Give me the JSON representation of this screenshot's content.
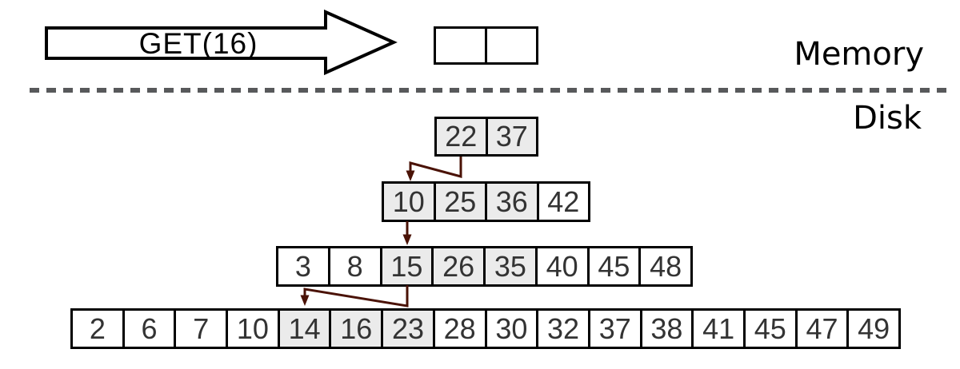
{
  "labels": {
    "query": "GET(16)",
    "memory": "Memory",
    "disk": "Disk"
  },
  "memory_buffer": {
    "cells": [
      {
        "value": "",
        "highlighted": false
      },
      {
        "value": "",
        "highlighted": false
      }
    ]
  },
  "disk": {
    "levels": [
      {
        "cells": [
          {
            "value": "22",
            "highlighted": true
          },
          {
            "value": "37",
            "highlighted": true
          }
        ]
      },
      {
        "cells": [
          {
            "value": "10",
            "highlighted": true
          },
          {
            "value": "25",
            "highlighted": true
          },
          {
            "value": "36",
            "highlighted": true
          },
          {
            "value": "42",
            "highlighted": false
          }
        ]
      },
      {
        "cells": [
          {
            "value": "3",
            "highlighted": false
          },
          {
            "value": "8",
            "highlighted": false
          },
          {
            "value": "15",
            "highlighted": true
          },
          {
            "value": "26",
            "highlighted": true
          },
          {
            "value": "35",
            "highlighted": true
          },
          {
            "value": "40",
            "highlighted": false
          },
          {
            "value": "45",
            "highlighted": false
          },
          {
            "value": "48",
            "highlighted": false
          }
        ]
      },
      {
        "cells": [
          {
            "value": "2",
            "highlighted": false
          },
          {
            "value": "6",
            "highlighted": false
          },
          {
            "value": "7",
            "highlighted": false
          },
          {
            "value": "10",
            "highlighted": false
          },
          {
            "value": "14",
            "highlighted": true
          },
          {
            "value": "16",
            "highlighted": true
          },
          {
            "value": "23",
            "highlighted": true
          },
          {
            "value": "28",
            "highlighted": false
          },
          {
            "value": "30",
            "highlighted": false
          },
          {
            "value": "32",
            "highlighted": false
          },
          {
            "value": "37",
            "highlighted": false
          },
          {
            "value": "38",
            "highlighted": false
          },
          {
            "value": "41",
            "highlighted": false
          },
          {
            "value": "45",
            "highlighted": false
          },
          {
            "value": "47",
            "highlighted": false
          },
          {
            "value": "49",
            "highlighted": false
          }
        ]
      }
    ]
  },
  "search_path": {
    "key": "16",
    "arrows": [
      {
        "from": "level-1 cell 22",
        "to": "level-2 cell 10"
      },
      {
        "from": "level-2 cell 10",
        "to": "level-3 cell 15"
      },
      {
        "from": "level-3 cell 15",
        "to": "level-4 cell 14"
      }
    ]
  },
  "colors": {
    "connector": "#4a1206",
    "cell_highlight": "#ebebeb",
    "separator": "#58595b",
    "border": "#000000",
    "digit": "#333333"
  }
}
